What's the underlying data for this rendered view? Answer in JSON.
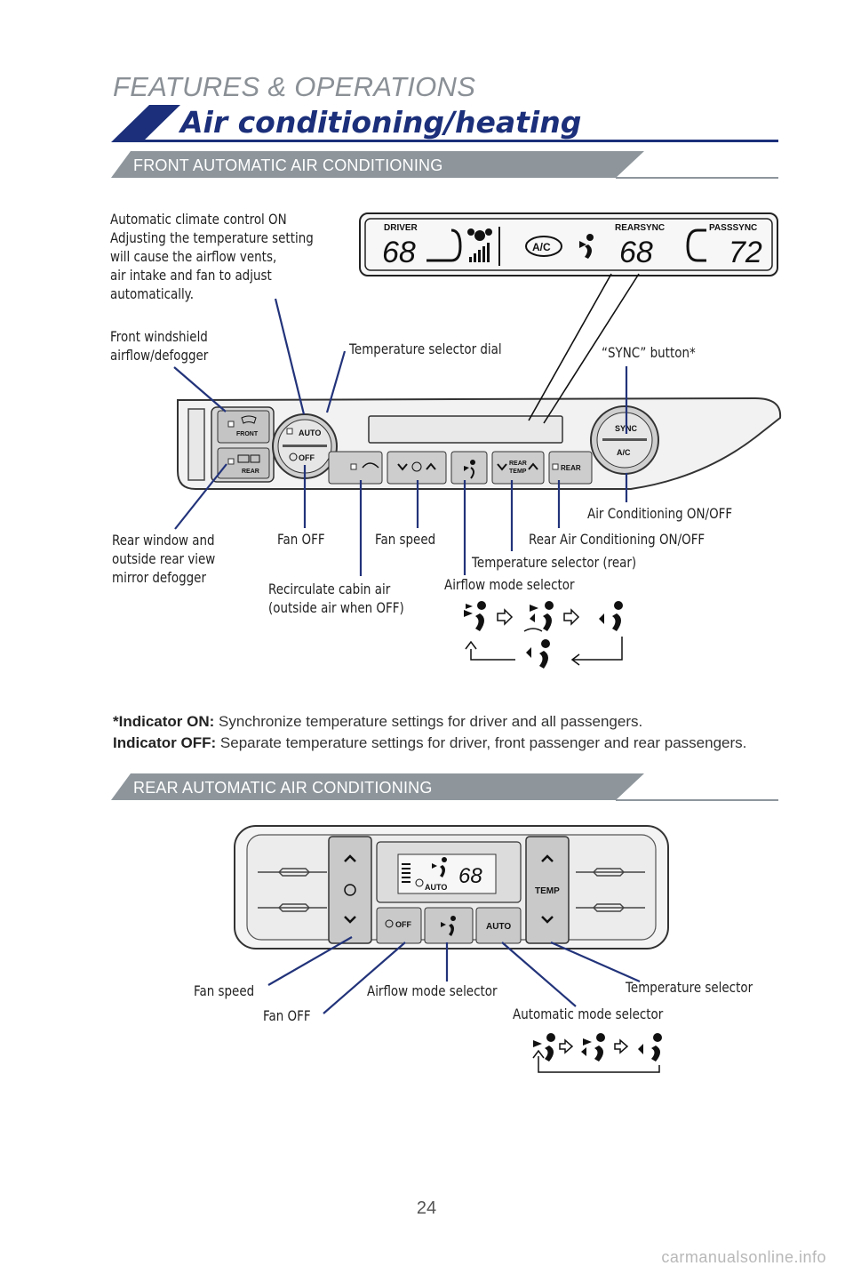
{
  "header": {
    "section": "FEATURES & OPERATIONS",
    "title": "Air conditioning/heating"
  },
  "front": {
    "banner": "FRONT AUTOMATIC AIR CONDITIONING",
    "display": {
      "driver_label": "DRIVER",
      "rear_sync_label": "REARSYNC",
      "pass_sync_label": "PASSSYNC",
      "driver_temp": "68",
      "rear_temp": "68",
      "pass_temp": "72",
      "ac_label": "A/C"
    },
    "panel_buttons": {
      "front": "FRONT",
      "rear": "REAR",
      "auto": "AUTO",
      "off": "OFF",
      "rear_temp_1": "REAR",
      "rear_temp_2": "TEMP",
      "rear_ac": "REAR",
      "sync": "SYNC",
      "ac": "A/C"
    },
    "callouts": {
      "auto_on": [
        "Automatic climate control ON",
        "Adjusting the temperature setting",
        "will cause the airflow vents,",
        "air intake and fan to adjust",
        "automatically."
      ],
      "windshield": [
        "Front windshield",
        "airflow/defogger"
      ],
      "temp_dial": "Temperature selector dial",
      "sync_button": "“SYNC” button*",
      "ac_onoff": "Air Conditioning ON/OFF",
      "rear_window": [
        "Rear window and",
        "outside rear view",
        "mirror defogger"
      ],
      "fan_off": "Fan OFF",
      "fan_speed": "Fan speed",
      "rear_ac": "Rear Air Conditioning ON/OFF",
      "temp_rear": "Temperature selector (rear)",
      "airflow": "Airflow mode selector",
      "recirc": [
        "Recirculate cabin air",
        "(outside air when OFF)"
      ]
    }
  },
  "note": {
    "on_label": "*Indicator ON:",
    "on_text": " Synchronize temperature settings for driver and all passengers.",
    "off_label": "Indicator OFF:",
    "off_text": " Separate temperature settings for driver, front passenger and rear passengers."
  },
  "rear": {
    "banner": "REAR AUTOMATIC AIR CONDITIONING",
    "display": {
      "temp": "68",
      "auto": "AUTO"
    },
    "panel_buttons": {
      "off": "OFF",
      "auto": "AUTO",
      "temp": "TEMP"
    },
    "callouts": {
      "fan_speed": "Fan speed",
      "fan_off": "Fan OFF",
      "airflow": "Airflow mode selector",
      "auto_mode": "Automatic mode selector",
      "temp": "Temperature selector"
    }
  },
  "footer": {
    "page_number": "24",
    "watermark": "carmanualsonline.info"
  },
  "colors": {
    "navy": "#1b2f7a",
    "banner_gray": "#8e969c",
    "callout_line": "#22337a"
  }
}
